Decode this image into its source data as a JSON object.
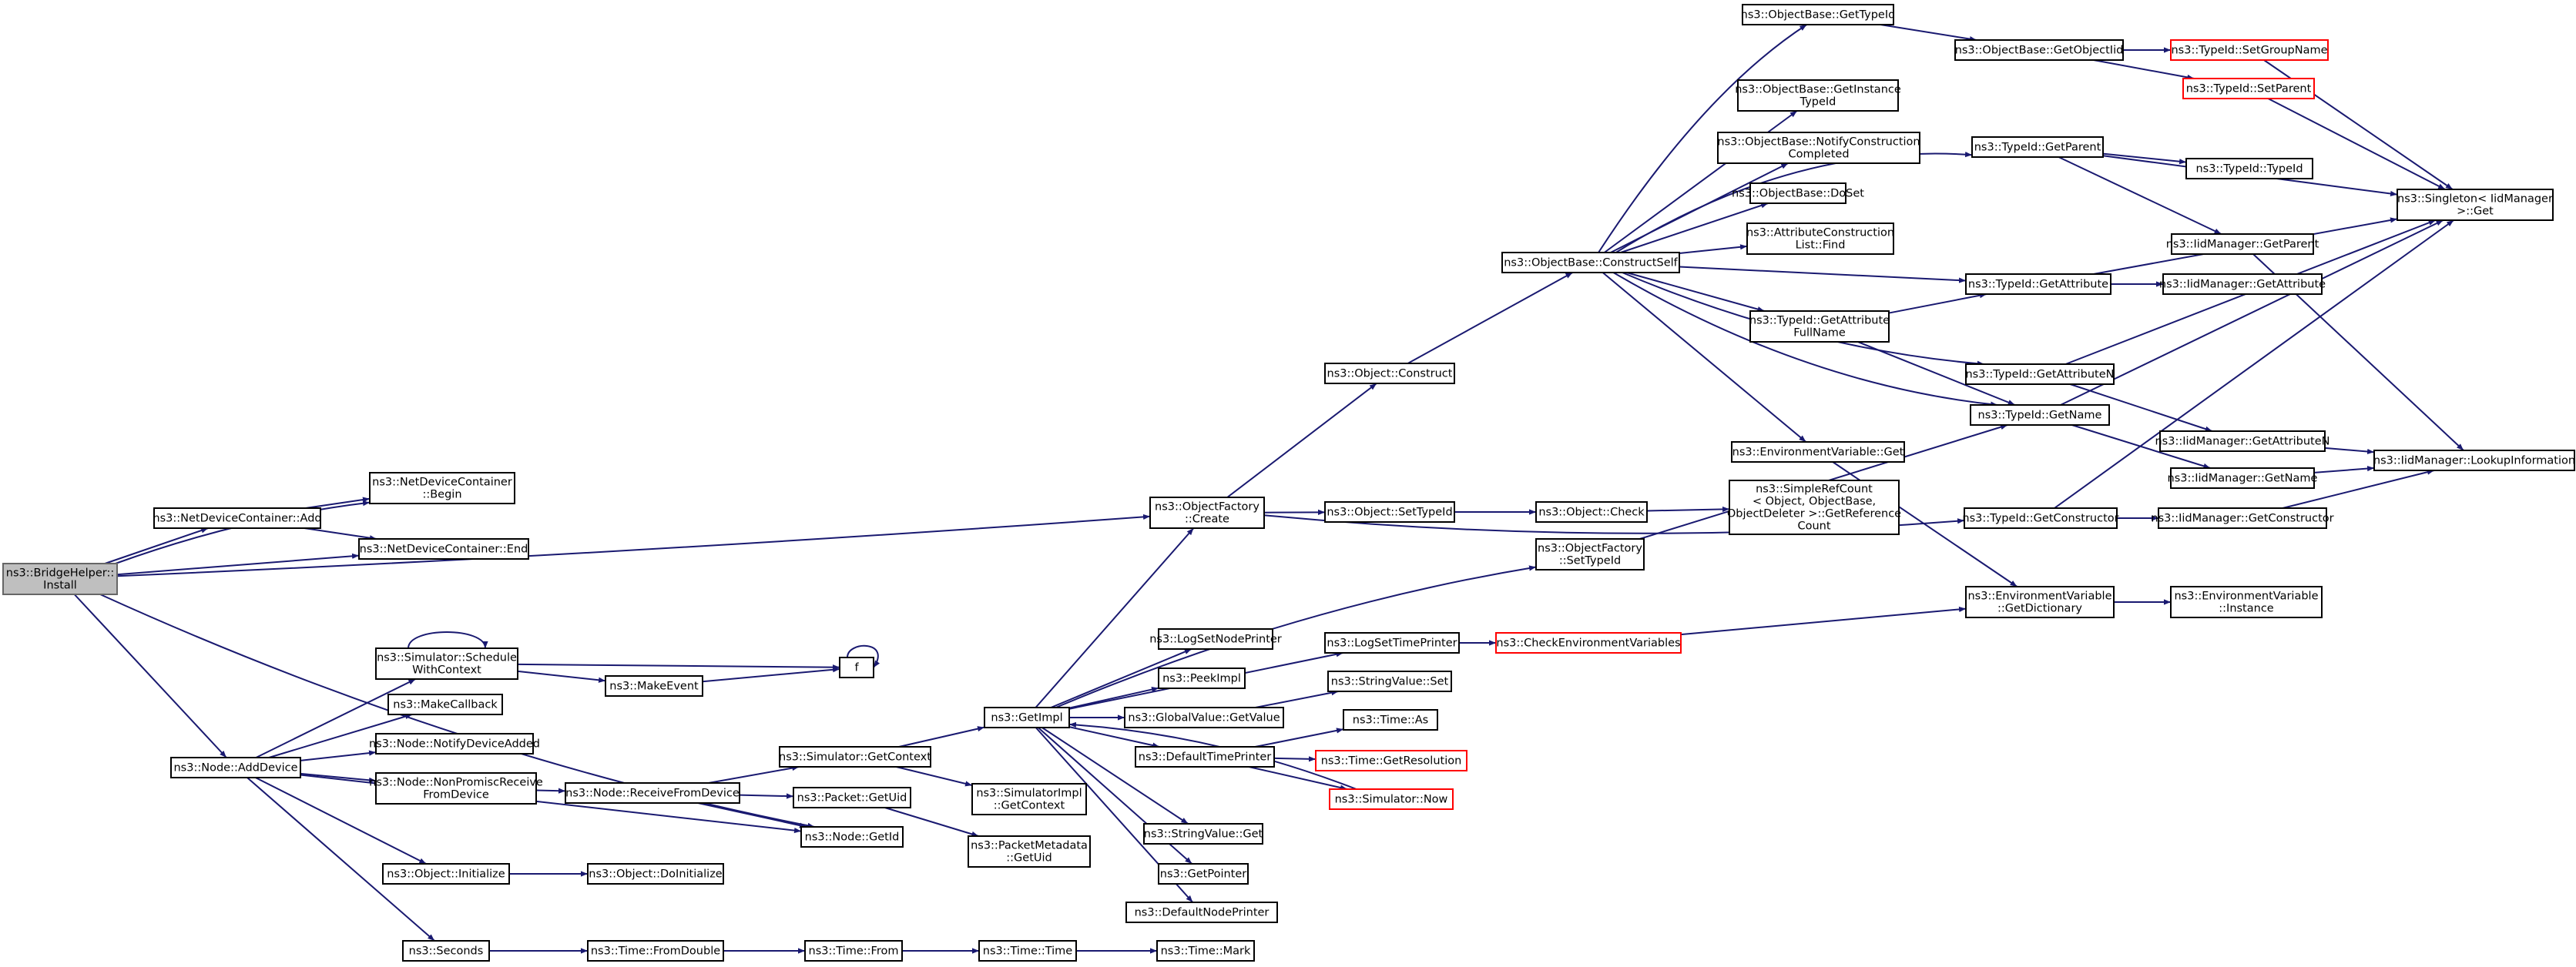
{
  "colors": {
    "edge": "#191970",
    "box_border": "#000000",
    "root_fill": "#bfbfbf",
    "highlight_border": "#ff0000",
    "background": "#ffffff"
  },
  "nodes": [
    {
      "id": "root",
      "lines": [
        "ns3::BridgeHelper::",
        "Install"
      ],
      "style": "root"
    },
    {
      "id": "ndc_add",
      "lines": [
        "ns3::NetDeviceContainer::Add"
      ]
    },
    {
      "id": "ndc_begin",
      "lines": [
        "ns3::NetDeviceContainer",
        "::Begin"
      ]
    },
    {
      "id": "ndc_end",
      "lines": [
        "ns3::NetDeviceContainer::End"
      ]
    },
    {
      "id": "node_adddevice",
      "lines": [
        "ns3::Node::AddDevice"
      ]
    },
    {
      "id": "sim_schedwc",
      "lines": [
        "ns3::Simulator::Schedule",
        "WithContext"
      ]
    },
    {
      "id": "makeevent",
      "lines": [
        "ns3::MakeEvent"
      ]
    },
    {
      "id": "f",
      "lines": [
        "f"
      ]
    },
    {
      "id": "makecallback",
      "lines": [
        "ns3::MakeCallback"
      ]
    },
    {
      "id": "notifydev",
      "lines": [
        "ns3::Node::NotifyDeviceAdded"
      ]
    },
    {
      "id": "nonpromisc",
      "lines": [
        "ns3::Node::NonPromiscReceive",
        "FromDevice"
      ]
    },
    {
      "id": "recvfromdev",
      "lines": [
        "ns3::Node::ReceiveFromDevice"
      ]
    },
    {
      "id": "getcontext",
      "lines": [
        "ns3::Simulator::GetContext"
      ]
    },
    {
      "id": "packet_getuid",
      "lines": [
        "ns3::Packet::GetUid"
      ]
    },
    {
      "id": "node_getid",
      "lines": [
        "ns3::Node::GetId"
      ]
    },
    {
      "id": "obj_init",
      "lines": [
        "ns3::Object::Initialize"
      ]
    },
    {
      "id": "obj_doinit",
      "lines": [
        "ns3::Object::DoInitialize"
      ]
    },
    {
      "id": "seconds",
      "lines": [
        "ns3::Seconds"
      ]
    },
    {
      "id": "time_fromdouble",
      "lines": [
        "ns3::Time::FromDouble"
      ]
    },
    {
      "id": "time_from",
      "lines": [
        "ns3::Time::From"
      ]
    },
    {
      "id": "time_time",
      "lines": [
        "ns3::Time::Time"
      ]
    },
    {
      "id": "time_mark",
      "lines": [
        "ns3::Time::Mark"
      ]
    },
    {
      "id": "simimpl_getctx",
      "lines": [
        "ns3::SimulatorImpl",
        "::GetContext"
      ]
    },
    {
      "id": "pm_getuid",
      "lines": [
        "ns3::PacketMetadata",
        "::GetUid"
      ]
    },
    {
      "id": "getimpl",
      "lines": [
        "ns3::GetImpl"
      ]
    },
    {
      "id": "of_create",
      "lines": [
        "ns3::ObjectFactory",
        "::Create"
      ]
    },
    {
      "id": "obj_construct",
      "lines": [
        "ns3::Object::Construct"
      ]
    },
    {
      "id": "obj_settypeid",
      "lines": [
        "ns3::Object::SetTypeId"
      ]
    },
    {
      "id": "of_settypeid",
      "lines": [
        "ns3::ObjectFactory",
        "::SetTypeId"
      ]
    },
    {
      "id": "logsetnodeprinter",
      "lines": [
        "ns3::LogSetNodePrinter"
      ]
    },
    {
      "id": "logsettimeprinter",
      "lines": [
        "ns3::LogSetTimePrinter"
      ]
    },
    {
      "id": "peekimpl",
      "lines": [
        "ns3::PeekImpl"
      ]
    },
    {
      "id": "gv_getvalue",
      "lines": [
        "ns3::GlobalValue::GetValue"
      ]
    },
    {
      "id": "defaulttimeprinter",
      "lines": [
        "ns3::DefaultTimePrinter"
      ]
    },
    {
      "id": "sv_get",
      "lines": [
        "ns3::StringValue::Get"
      ]
    },
    {
      "id": "getpointer",
      "lines": [
        "ns3::GetPointer"
      ]
    },
    {
      "id": "defaultnodeprinter",
      "lines": [
        "ns3::DefaultNodePrinter"
      ]
    },
    {
      "id": "sv_set",
      "lines": [
        "ns3::StringValue::Set"
      ]
    },
    {
      "id": "time_as",
      "lines": [
        "ns3::Time::As"
      ]
    },
    {
      "id": "time_getres",
      "lines": [
        "ns3::Time::GetResolution"
      ],
      "style": "red"
    },
    {
      "id": "sim_now",
      "lines": [
        "ns3::Simulator::Now"
      ],
      "style": "red"
    },
    {
      "id": "checkenv",
      "lines": [
        "ns3::CheckEnvironmentVariables"
      ],
      "style": "red"
    },
    {
      "id": "obj_check",
      "lines": [
        "ns3::Object::Check"
      ]
    },
    {
      "id": "simplerefcount",
      "lines": [
        "ns3::SimpleRefCount",
        "< Object, ObjectBase,",
        "ObjectDeleter >::GetReference",
        "Count"
      ]
    },
    {
      "id": "ob_constructself",
      "lines": [
        "ns3::ObjectBase::ConstructSelf"
      ]
    },
    {
      "id": "ob_gettypeid",
      "lines": [
        "ns3::ObjectBase::GetTypeId"
      ]
    },
    {
      "id": "ob_getinstance",
      "lines": [
        "ns3::ObjectBase::GetInstance",
        "TypeId"
      ]
    },
    {
      "id": "ob_notify",
      "lines": [
        "ns3::ObjectBase::NotifyConstruction",
        "Completed"
      ]
    },
    {
      "id": "ob_doset",
      "lines": [
        "ns3::ObjectBase::DoSet"
      ]
    },
    {
      "id": "acl_find",
      "lines": [
        "ns3::AttributeConstruction",
        "List::Find"
      ]
    },
    {
      "id": "tid_getattrfull",
      "lines": [
        "ns3::TypeId::GetAttribute",
        "FullName"
      ]
    },
    {
      "id": "env_get",
      "lines": [
        "ns3::EnvironmentVariable::Get"
      ]
    },
    {
      "id": "ob_getobjectiid",
      "lines": [
        "ns3::ObjectBase::GetObjectIid"
      ]
    },
    {
      "id": "tid_setgroupname",
      "lines": [
        "ns3::TypeId::SetGroupName"
      ],
      "style": "red"
    },
    {
      "id": "tid_setparent",
      "lines": [
        "ns3::TypeId::SetParent"
      ],
      "style": "red"
    },
    {
      "id": "tid_getparent",
      "lines": [
        "ns3::TypeId::GetParent"
      ]
    },
    {
      "id": "tid_typeid",
      "lines": [
        "ns3::TypeId::TypeId"
      ]
    },
    {
      "id": "iid_getparent",
      "lines": [
        "ns3::IidManager::GetParent"
      ]
    },
    {
      "id": "tid_getattribute",
      "lines": [
        "ns3::TypeId::GetAttribute"
      ]
    },
    {
      "id": "iid_getattribute",
      "lines": [
        "ns3::IidManager::GetAttribute"
      ]
    },
    {
      "id": "tid_getattrn",
      "lines": [
        "ns3::TypeId::GetAttributeN"
      ]
    },
    {
      "id": "tid_getname",
      "lines": [
        "ns3::TypeId::GetName"
      ]
    },
    {
      "id": "iid_getattrn",
      "lines": [
        "ns3::IidManager::GetAttributeN"
      ]
    },
    {
      "id": "iid_getname",
      "lines": [
        "ns3::IidManager::GetName"
      ]
    },
    {
      "id": "tid_getconstructor",
      "lines": [
        "ns3::TypeId::GetConstructor"
      ]
    },
    {
      "id": "iid_getconstructor",
      "lines": [
        "ns3::IidManager::GetConstructor"
      ]
    },
    {
      "id": "env_getdict",
      "lines": [
        "ns3::EnvironmentVariable",
        "::GetDictionary"
      ]
    },
    {
      "id": "env_instance",
      "lines": [
        "ns3::EnvironmentVariable",
        "::Instance"
      ]
    },
    {
      "id": "singleton_get",
      "lines": [
        "ns3::Singleton< IidManager",
        ">::Get"
      ]
    },
    {
      "id": "iid_lookup",
      "lines": [
        "ns3::IidManager::LookupInformation"
      ]
    }
  ]
}
